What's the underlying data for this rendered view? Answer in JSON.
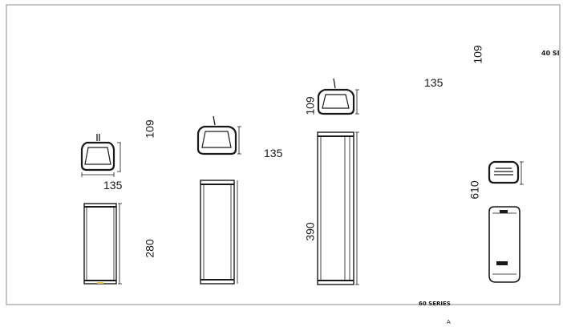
{
  "drawing": {
    "dims": {
      "a_height": "109",
      "a_width": "135",
      "a_tall": "280",
      "b_width": "135",
      "c_height": "109",
      "c_width": "135",
      "c_tall": "390",
      "d_height": "109",
      "d_tall": "610"
    },
    "labels": {
      "series_40": "40 SI",
      "series_60": "60 SERIES",
      "marker": "A"
    }
  }
}
